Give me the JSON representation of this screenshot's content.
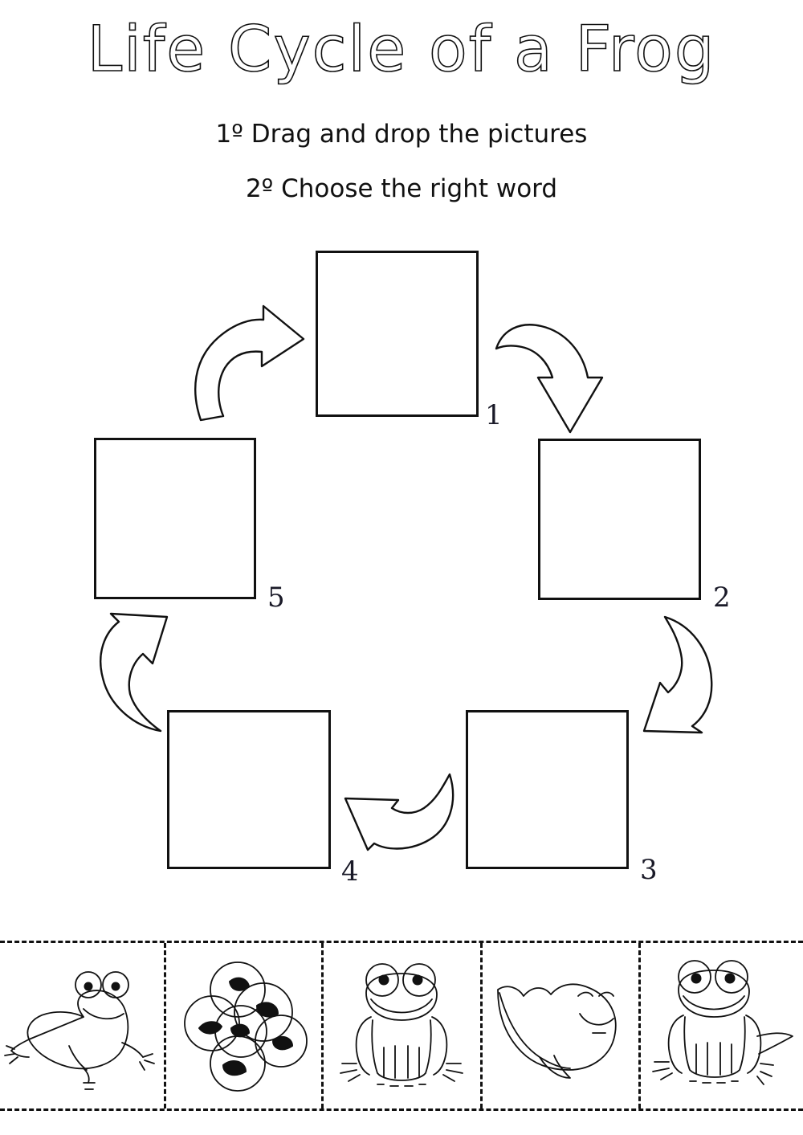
{
  "worksheet": {
    "title": "Life Cycle of a Frog",
    "instructions": [
      "1º Drag and drop the pictures",
      "2º Choose the right word"
    ]
  },
  "cycle": {
    "boxes": [
      {
        "number": "1",
        "position": "top-center"
      },
      {
        "number": "2",
        "position": "right"
      },
      {
        "number": "3",
        "position": "bottom-right"
      },
      {
        "number": "4",
        "position": "bottom-left"
      },
      {
        "number": "5",
        "position": "left"
      }
    ],
    "arrows": [
      {
        "name": "arrow-5-to-1",
        "from": "5",
        "to": "1",
        "direction": "up-right"
      },
      {
        "name": "arrow-1-to-2",
        "from": "1",
        "to": "2",
        "direction": "down-right"
      },
      {
        "name": "arrow-2-to-3",
        "from": "2",
        "to": "3",
        "direction": "down-left"
      },
      {
        "name": "arrow-3-to-4",
        "from": "3",
        "to": "4",
        "direction": "left"
      },
      {
        "name": "arrow-4-to-5",
        "from": "4",
        "to": "5",
        "direction": "up-left"
      }
    ]
  },
  "picture_bank": {
    "cells": [
      {
        "index": "1",
        "icon": "leaping-frog-icon",
        "label": "leaping adult frog"
      },
      {
        "index": "2",
        "icon": "frog-eggs-icon",
        "label": "frog eggs / spawn"
      },
      {
        "index": "3",
        "icon": "froglet-icon",
        "label": "young frog"
      },
      {
        "index": "4",
        "icon": "tadpole-icon",
        "label": "tadpole"
      },
      {
        "index": "5",
        "icon": "frog-with-tail-icon",
        "label": "frog with tail"
      }
    ]
  },
  "colors": {
    "ink": "#111111",
    "background": "#ffffff",
    "number": "#1a1a28"
  }
}
